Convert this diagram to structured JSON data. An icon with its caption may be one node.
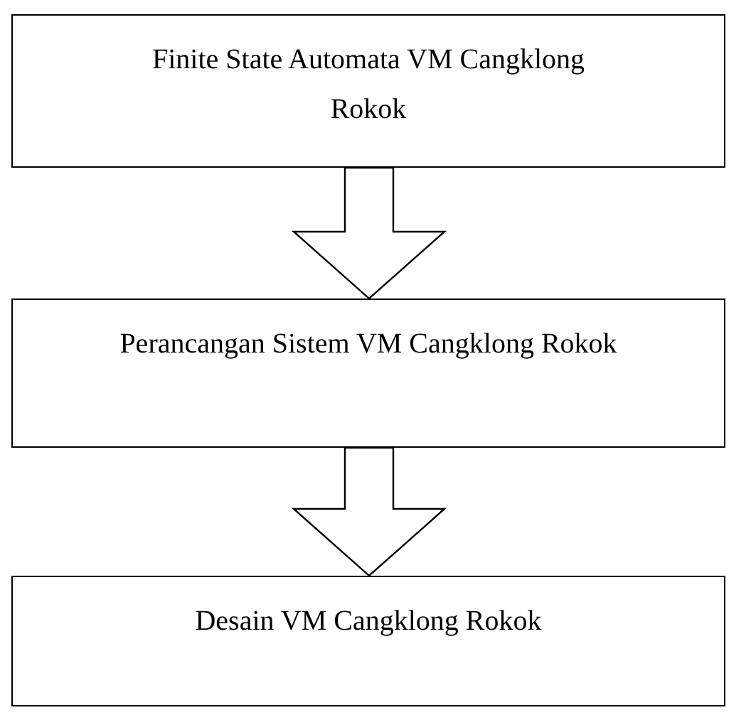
{
  "diagram": {
    "nodes": [
      {
        "text": [
          "Finite State Automata VM Cangklong Rokok"
        ]
      },
      {
        "text": [
          "Perancangan Sistem VM Cangklong Rokok"
        ]
      },
      {
        "text": [
          "Desain VM Cangklong Rokok"
        ]
      }
    ],
    "edges": [
      {
        "from": 0,
        "to": 1,
        "arrow": "to"
      },
      {
        "from": 1,
        "to": 2,
        "arrow": "to"
      }
    ]
  }
}
